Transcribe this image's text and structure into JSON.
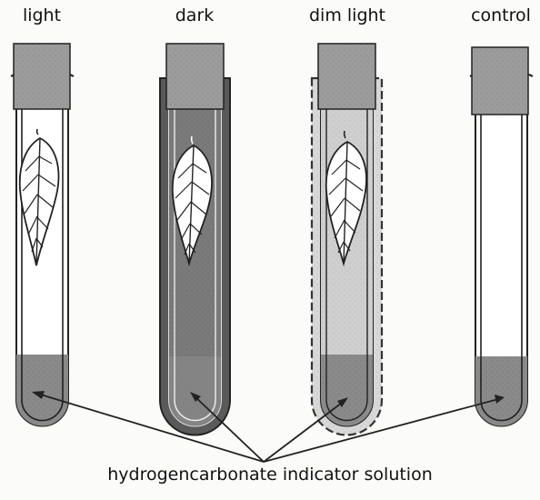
{
  "labels": {
    "light": "light",
    "dark": "dark",
    "dim_light": "dim light",
    "control": "control"
  },
  "caption": "hydrogencarbonate indicator solution",
  "colors": {
    "solution": "#8a8a8a",
    "dark_cover": "#5a5a5a",
    "dim_cover": "#cfcfcf",
    "stopper": "#9c9c9c",
    "outline": "#222222"
  }
}
